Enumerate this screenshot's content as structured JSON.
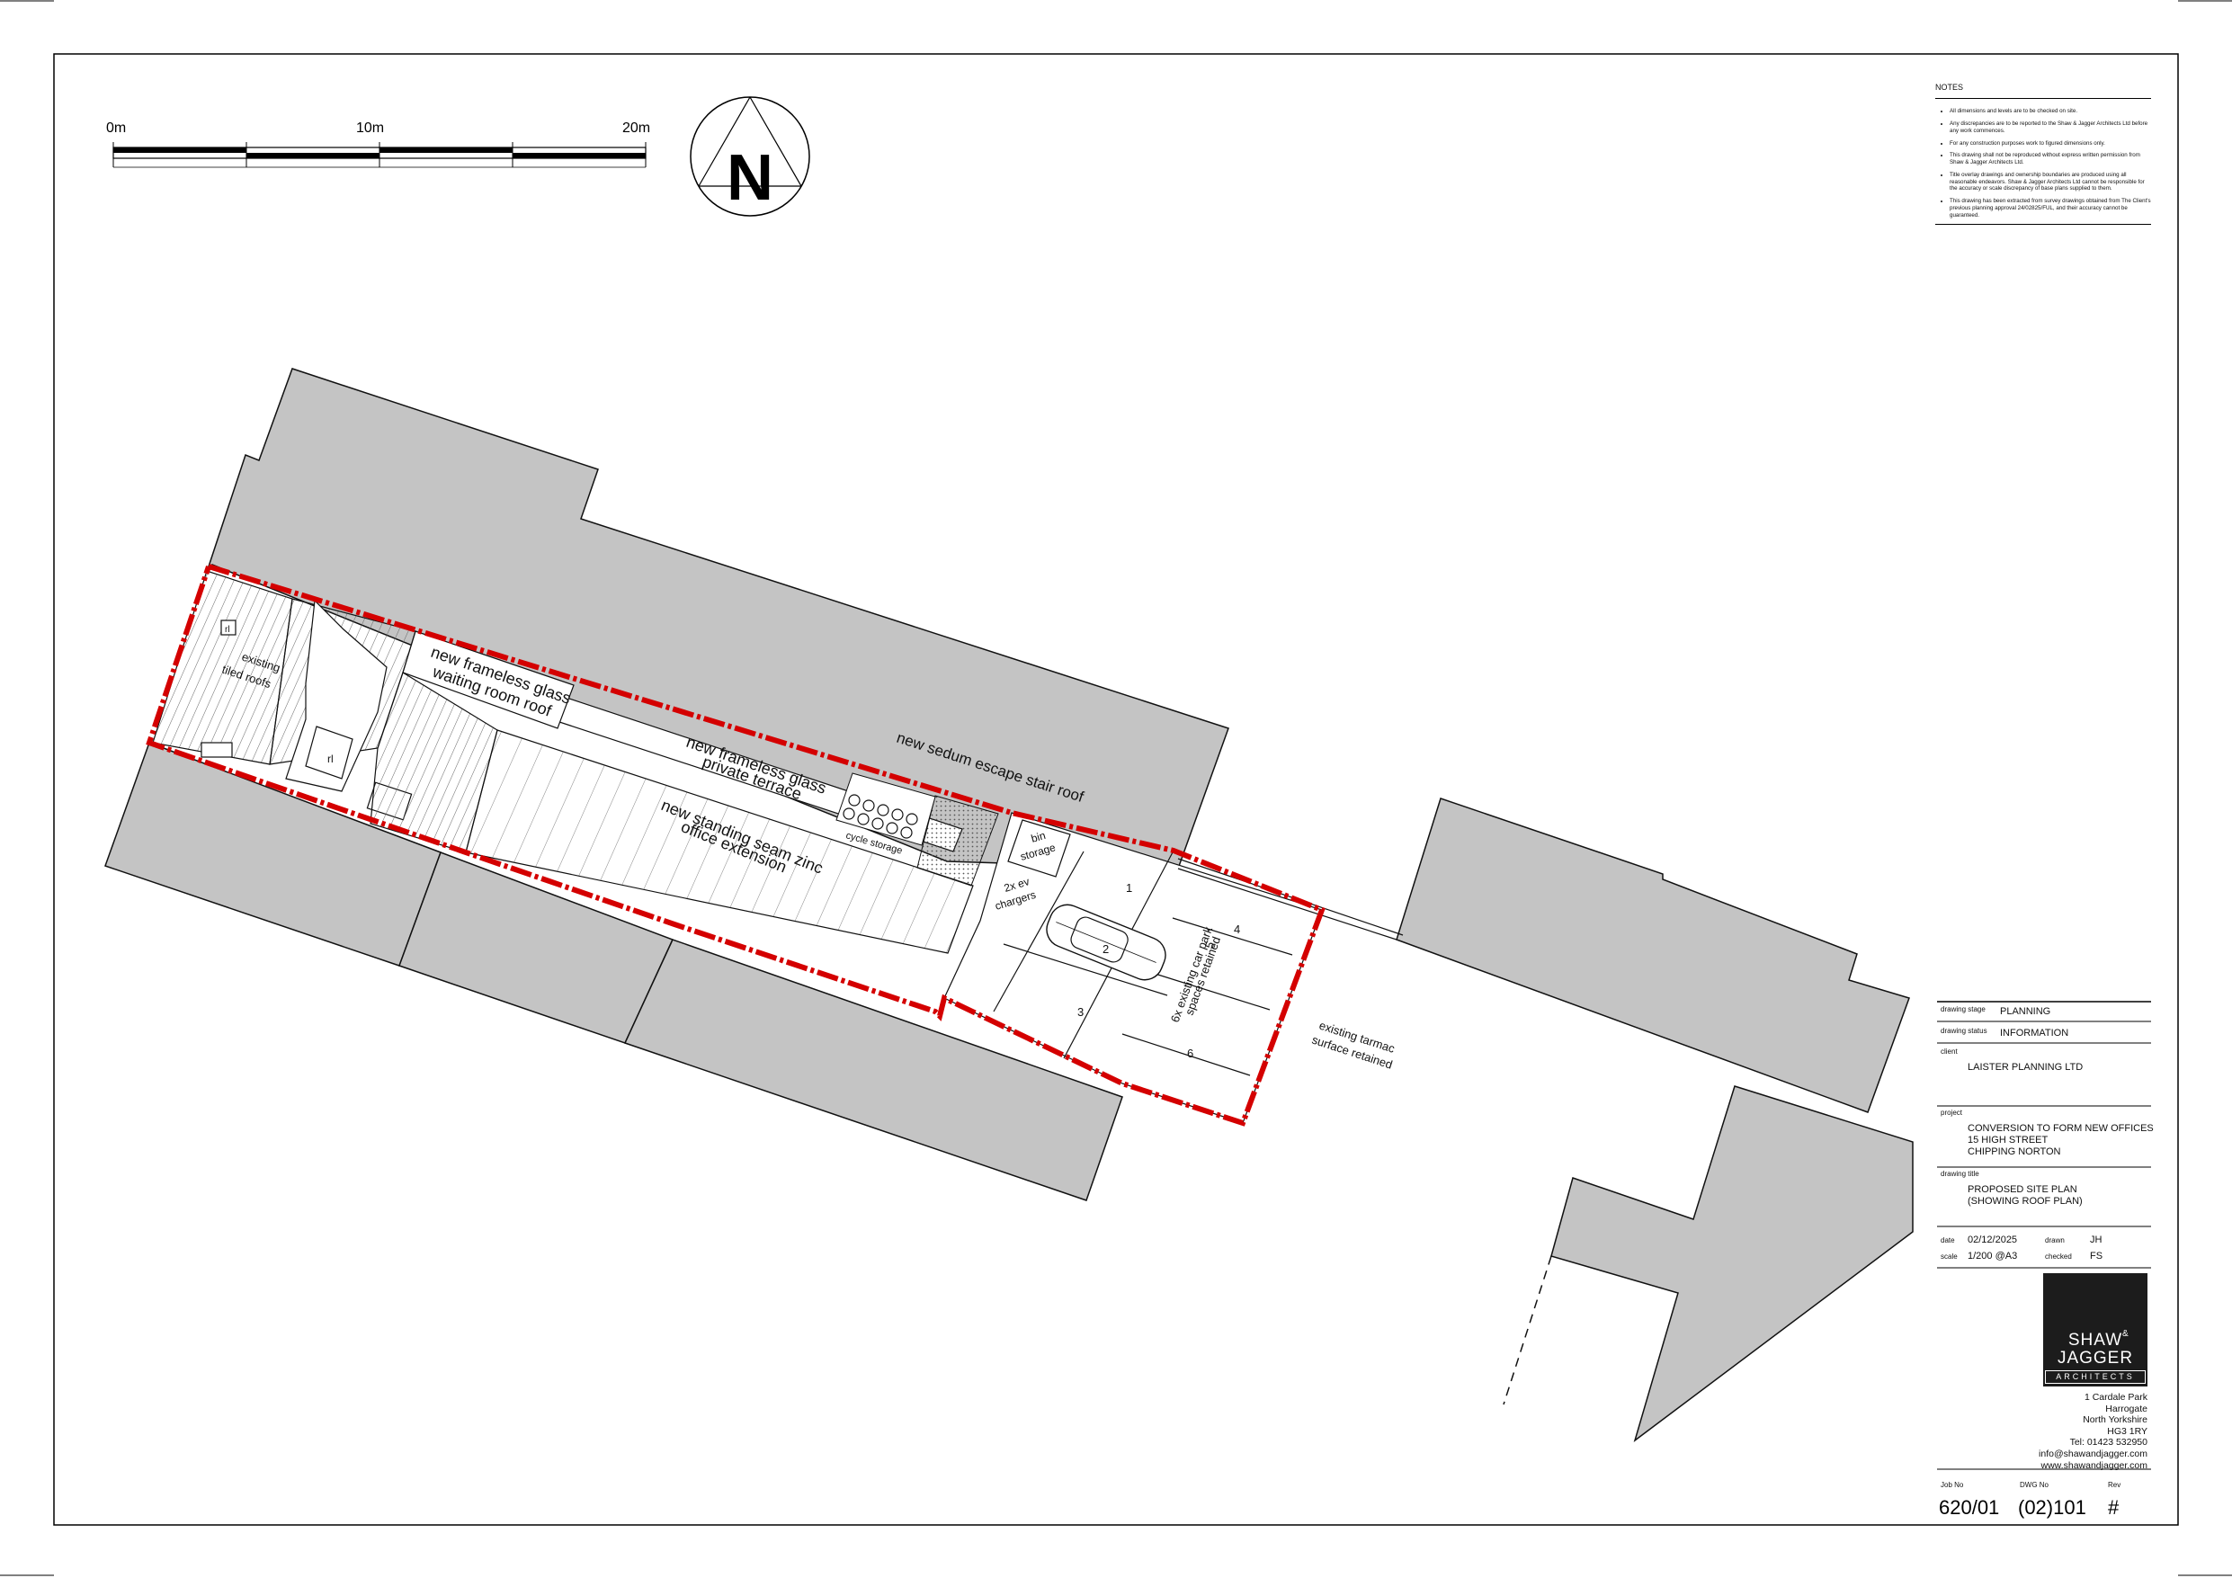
{
  "scale_bar": {
    "labels": [
      "0m",
      "10m",
      "20m"
    ]
  },
  "north_arrow": {
    "letter": "N"
  },
  "notes": {
    "heading": "NOTES",
    "items": [
      "All dimensions and levels are to be checked on site.",
      "Any discrepancies are to be reported to the Shaw & Jagger Architects Ltd before any work commences.",
      "For any construction purposes work to figured dimensions only.",
      "This drawing shall not be reproduced without express written permission from Shaw & Jagger Architects Ltd.",
      "Title overlay drawings and ownership boundaries are produced using all reasonable endeavors. Shaw & Jagger Architects Ltd cannot be responsible for the accuracy or scale discrepancy of base plans supplied to them.",
      "This drawing has been extracted from survey drawings obtained from The Client's previous planning approval 24/02825/FUL, and their accuracy cannot be guaranteed."
    ]
  },
  "plan_labels": {
    "existing_tiled_roofs": [
      "existing",
      "tiled roofs"
    ],
    "rl_1": "rl",
    "rl_2": "rl",
    "glass_waiting_room_roof": [
      "new frameless glass",
      "waiting room roof"
    ],
    "glass_private_terrace": [
      "new frameless glass",
      "private terrace"
    ],
    "sedum_roof": "new sedum escape stair roof",
    "zinc_extension": [
      "new standing seam zinc",
      "office extension"
    ],
    "cycle_storage": "cycle storage",
    "bin_storage": [
      "bin",
      "storage"
    ],
    "ev_chargers": [
      "2x ev",
      "chargers"
    ],
    "car_park": [
      "6x existing car park",
      "spaces retained"
    ],
    "tarmac": [
      "existing tarmac",
      "surface retained"
    ],
    "bay_numbers": [
      "1",
      "2",
      "3",
      "4",
      "5",
      "6"
    ]
  },
  "title_block": {
    "drawing_stage": {
      "label": "drawing stage",
      "value": "PLANNING"
    },
    "drawing_status": {
      "label": "drawing status",
      "value": "INFORMATION"
    },
    "client": {
      "label": "client",
      "value": "LAISTER PLANNING LTD"
    },
    "project": {
      "label": "project",
      "lines": [
        "CONVERSION TO FORM NEW OFFICES",
        "15 HIGH STREET",
        "CHIPPING NORTON"
      ]
    },
    "drawing_title": {
      "label": "drawing title",
      "lines": [
        "PROPOSED SITE PLAN",
        "(SHOWING ROOF PLAN)"
      ]
    },
    "date": {
      "label": "date",
      "value": "02/12/2025"
    },
    "drawn": {
      "label": "drawn",
      "value": "JH"
    },
    "scale": {
      "label": "scale",
      "value": "1/200 @A3"
    },
    "checked": {
      "label": "checked",
      "value": "FS"
    },
    "job_no": {
      "label": "Job No",
      "value": "620/01"
    },
    "dwg_no": {
      "label": "DWG No",
      "value": "(02)101"
    },
    "rev": {
      "label": "Rev",
      "value": "#"
    }
  },
  "logo": {
    "line1": "SHAW",
    "amp": "&",
    "line2": "JAGGER",
    "line3": "ARCHITECTS"
  },
  "address": [
    "1 Cardale Park",
    "Harrogate",
    "North Yorkshire",
    "HG3 1RY",
    "Tel: 01423 532950",
    "info@shawandjagger.com",
    "www.shawandjagger.com"
  ],
  "colors": {
    "building_fill": "#c4c4c4",
    "boundary": "#d40000",
    "line": "#111111"
  }
}
